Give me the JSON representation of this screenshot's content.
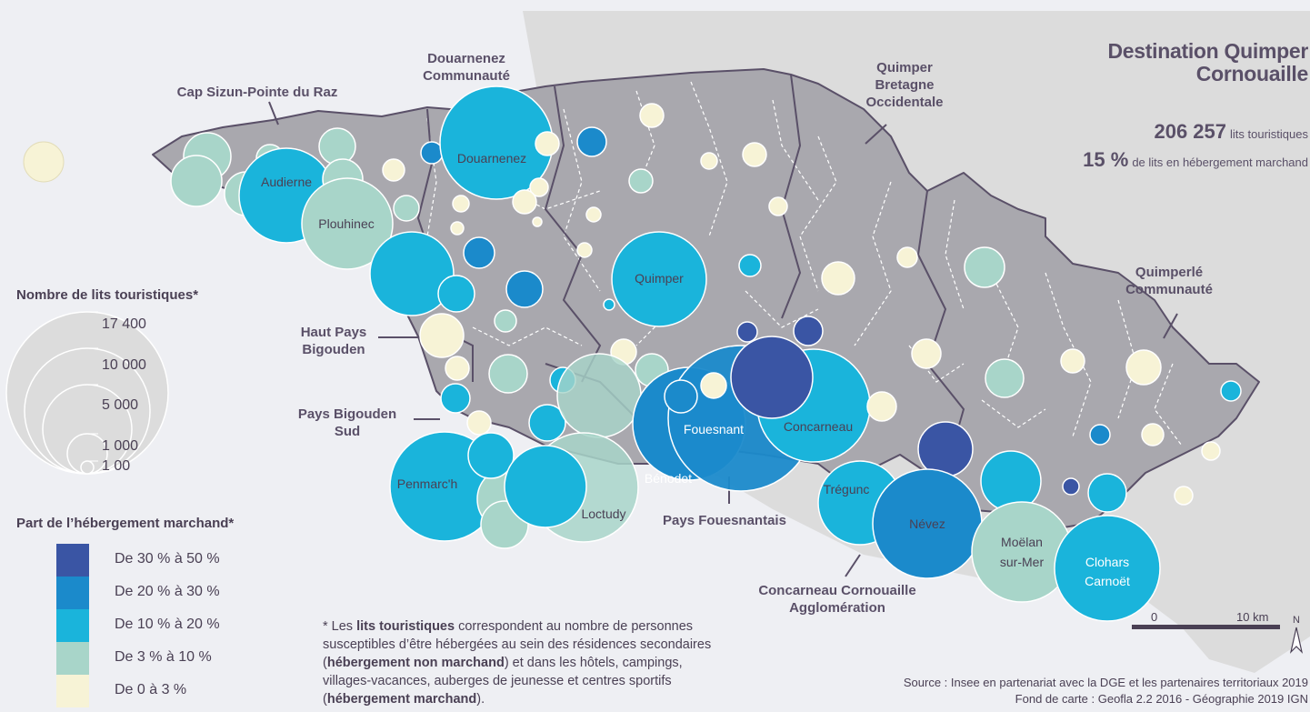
{
  "title_line1": "Destination Quimper",
  "title_line2": "Cornouaille",
  "stats": [
    {
      "value": "206 257",
      "label": "lits touristiques"
    },
    {
      "value": "15 %",
      "label": "de lits en hébergement marchand"
    }
  ],
  "epci_labels": [
    {
      "lines": [
        "Douarnenez",
        "Communauté"
      ]
    },
    {
      "lines": [
        "Cap Sizun-Pointe du Raz"
      ]
    },
    {
      "lines": [
        "Quimper",
        "Bretagne",
        "Occidentale"
      ]
    },
    {
      "lines": [
        "Quimperlé",
        "Communauté"
      ]
    },
    {
      "lines": [
        "Haut Pays",
        "Bigouden"
      ]
    },
    {
      "lines": [
        "Pays Bigouden",
        "Sud"
      ]
    },
    {
      "lines": [
        "Pays Fouesnantais"
      ]
    },
    {
      "lines": [
        "Concarneau Cornouaille",
        "Agglomération"
      ]
    }
  ],
  "commune_labels": [
    "Audierne",
    "Douarnenez",
    "Plouhinec",
    "Quimper",
    "Fouesnant",
    "Concarneau",
    "Bénodet",
    "Penmarc'h",
    "Loctudy",
    "Trégunc",
    "Névez",
    "Moëlan",
    "sur-Mer",
    "Clohars",
    "Carnoët"
  ],
  "size_legend": {
    "title": "Nombre de lits touristiques*",
    "values": [
      "17 400",
      "10 000",
      "5 000",
      "1 000",
      "1 00"
    ]
  },
  "class_legend": {
    "title": "Part de l’hébergement marchand*",
    "classes": [
      {
        "label": "De 30 % à 50 %",
        "color": "#3a55a4"
      },
      {
        "label": "De 20 % à 30 %",
        "color": "#1b8acb"
      },
      {
        "label": "De 10 % à 20 %",
        "color": "#1ab4db"
      },
      {
        "label": "De 3 % à 10 %",
        "color": "#a8d5c9"
      },
      {
        "label": "De 0 à 3 %",
        "color": "#f7f3d6"
      }
    ]
  },
  "note": {
    "p1": "* Les ",
    "b1": "lits touristiques",
    "p2": " correspondent au nombre de personnes susceptibles d’être hébergées au sein des résidences secondaires (",
    "b2": "hébergement non marchand",
    "p3": ") et dans les hôtels, campings, villages-vacances, auberges de jeunesse et centres sportifs (",
    "b3": "hébergement marchand",
    "p4": ")."
  },
  "source_line1": "Source : Insee en partenariat avec la DGE et les partenaires territoriaux 2019",
  "source_line2": "Fond de carte : Geofla 2.2 2016 - Géographie 2019 IGN",
  "scale": {
    "start": "0",
    "end": "10 km"
  },
  "north": "N",
  "colors": {
    "background": "#eeeff3",
    "land_outside": "#dcdcdc",
    "territory": "#a9a8ae",
    "border": "#5a5068",
    "label": "#5a5068"
  }
}
